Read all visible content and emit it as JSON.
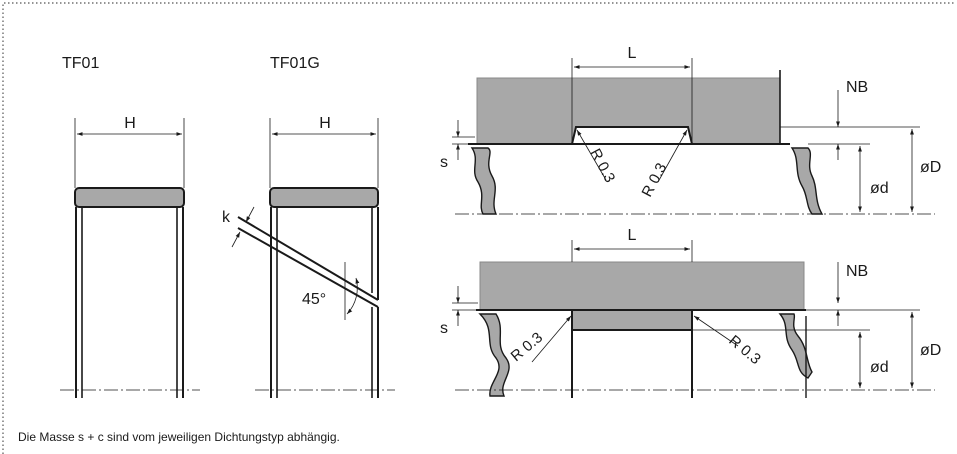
{
  "labels": {
    "tf01": "TF01",
    "tf01g": "TF01G",
    "h_left": "H",
    "h_right": "H",
    "k": "k",
    "angle": "45°",
    "l_top": "L",
    "l_bottom": "L",
    "nb_top": "NB",
    "nb_bottom": "NB",
    "s_top": "s",
    "s_bottom": "s",
    "d_top": "ød",
    "d_bottom": "ød",
    "D_top": "øD",
    "D_bottom": "øD",
    "r_top_left": "R 0.3",
    "r_top_right": "R 0.3",
    "r_bottom_left": "R 0.3",
    "r_bottom_right": "R 0.3"
  },
  "footnote": "Die Masse s + c sind vom jeweiligen Dichtungstyp abhängig.",
  "colors": {
    "gray_fill": "#a8a8a8",
    "line": "#1a1a1a",
    "border": "#555555"
  }
}
